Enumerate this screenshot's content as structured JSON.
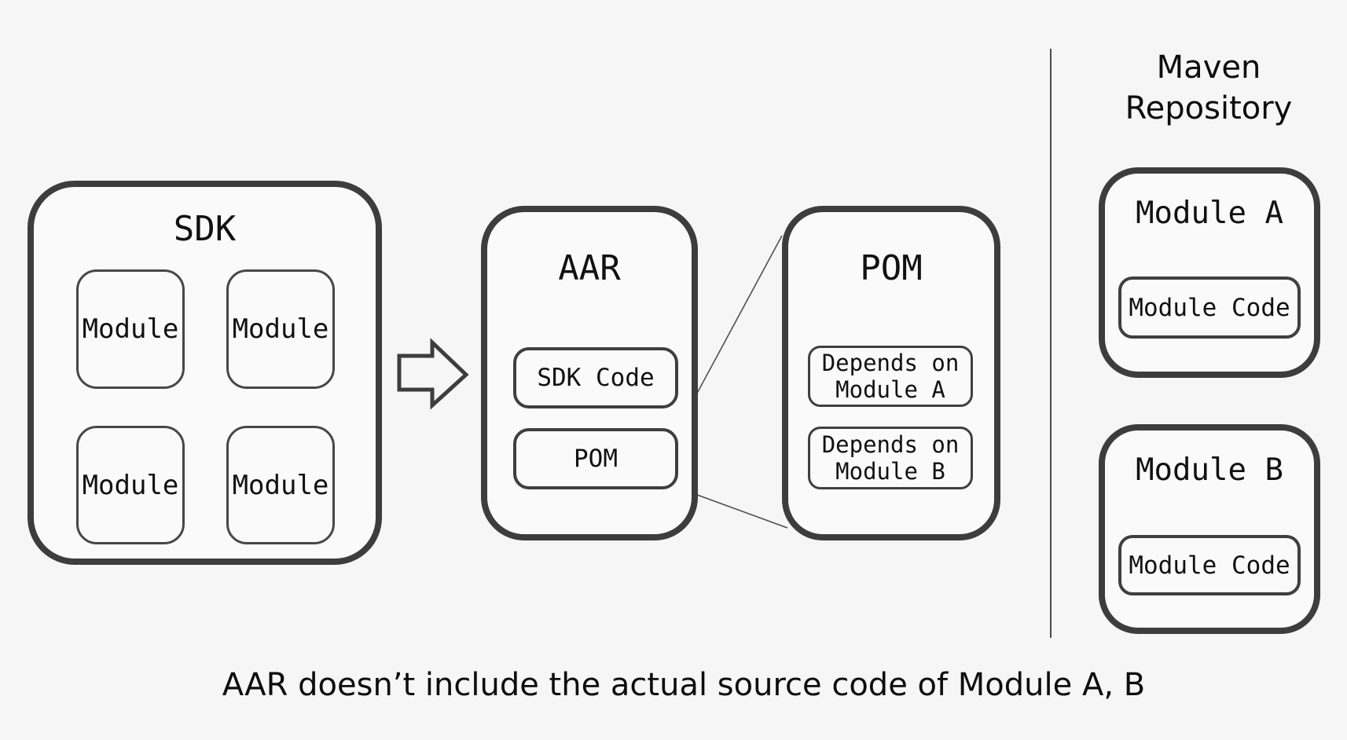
{
  "diagram": {
    "background_color": "#f6f6f6",
    "stroke_color": "#3d3d3d"
  },
  "sdk": {
    "title": "SDK",
    "modules": [
      "Module",
      "Module",
      "Module",
      "Module"
    ]
  },
  "flow": {
    "arrow_icon": "right-arrow"
  },
  "aar": {
    "title": "AAR",
    "chips": [
      "SDK Code",
      "POM"
    ]
  },
  "pom": {
    "title": "POM",
    "chips": [
      {
        "line1": "Depends on",
        "line2": "Module A"
      },
      {
        "line1": "Depends on",
        "line2": "Module B"
      }
    ]
  },
  "maven": {
    "title": [
      "Maven",
      "Repository"
    ],
    "packages": [
      {
        "title": "Module A",
        "chip": "Module Code"
      },
      {
        "title": "Module B",
        "chip": "Module Code"
      }
    ]
  },
  "caption": "AAR doesn’t include the actual source code of Module A, B"
}
